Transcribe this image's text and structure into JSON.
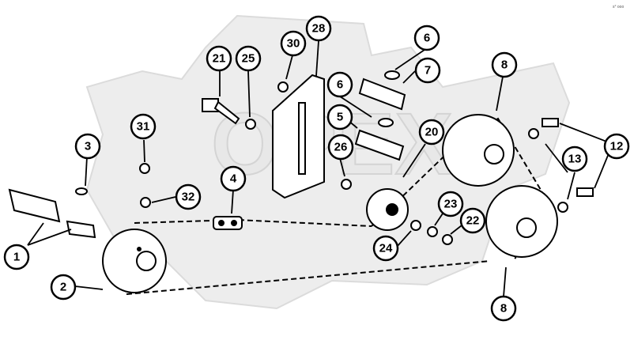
{
  "corner_mark": "s° ooo",
  "watermark_text": "OPEX",
  "callouts": [
    "1",
    "2",
    "3",
    "4",
    "5",
    "6",
    "6",
    "7",
    "8",
    "8",
    "12",
    "13",
    "20",
    "21",
    "22",
    "23",
    "24",
    "25",
    "26",
    "28",
    "30",
    "31",
    "32"
  ],
  "icons": [
    "chain-icon",
    "sprocket-icon",
    "shaft-icon",
    "bolt-icon",
    "washer-icon",
    "nut-icon",
    "bracket-icon",
    "key-icon"
  ]
}
